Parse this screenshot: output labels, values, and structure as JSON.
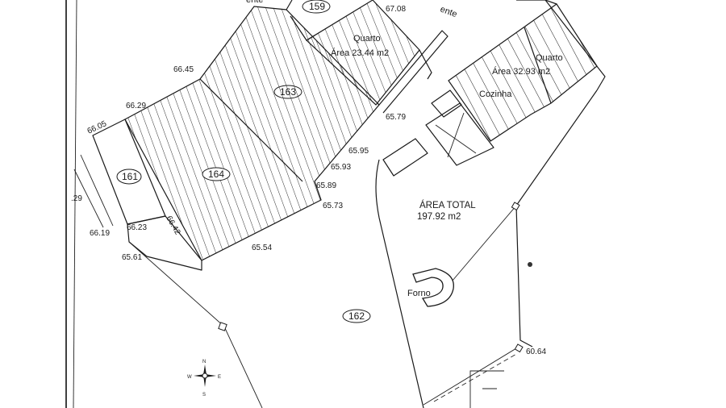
{
  "labels": {
    "quarto_a": "Quarto",
    "area_a": "Área 23.44 m2",
    "quarto_b": "Quarto",
    "area_b": "Área 32.93 m2",
    "cozinha": "Cozinha",
    "area_total_title": "ÁREA TOTAL",
    "area_total_value": "197.92 m2",
    "forno": "Forno",
    "cut_top_left": "ente",
    "cut_top_right": "ente",
    "cut_left": ".29"
  },
  "lots": {
    "l159": "159",
    "l163": "163",
    "l164": "164",
    "l161": "161",
    "l162": "162"
  },
  "elevations": {
    "e6708": "67.08",
    "e6645": "66.45",
    "e6629": "66.29",
    "e6605": "66.05",
    "e6579": "65.79",
    "e6595": "65.95",
    "e6593": "65.93",
    "e6589": "65.89",
    "e6573": "65.73",
    "e6623": "66.23",
    "e6642": "66.42",
    "e6619": "66.19",
    "e6554": "65.54",
    "e6561": "65.61",
    "e6064": "60.64"
  },
  "compass": {
    "n": "N",
    "s": "S",
    "e": "E",
    "w": "W"
  }
}
